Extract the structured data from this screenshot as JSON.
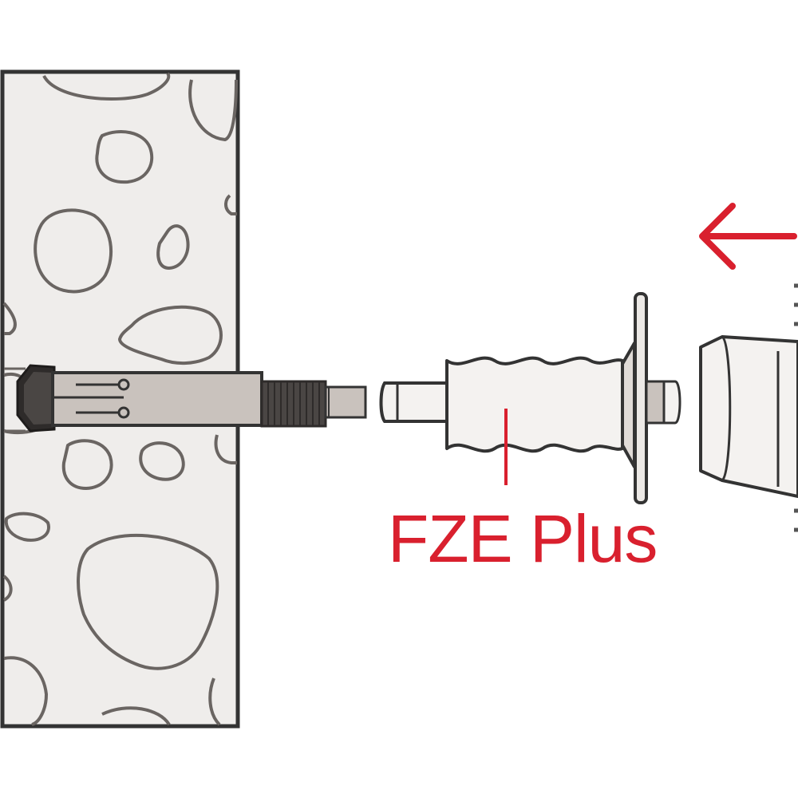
{
  "diagram": {
    "product_label": "FZE Plus",
    "direction_arrow": "left-arrow",
    "colors": {
      "accent": "#d9202e",
      "line": "#333333",
      "concrete_fill": "#efedeb",
      "anchor_fill": "#c9c2bd",
      "anchor_dark": "#4a4644",
      "ribbed_fill": "#f4f2f0"
    },
    "parts": [
      "concrete-wall",
      "expansion-anchor",
      "threaded-bolt",
      "ribbed-insulation-dowel",
      "washer",
      "setting-tool"
    ]
  }
}
